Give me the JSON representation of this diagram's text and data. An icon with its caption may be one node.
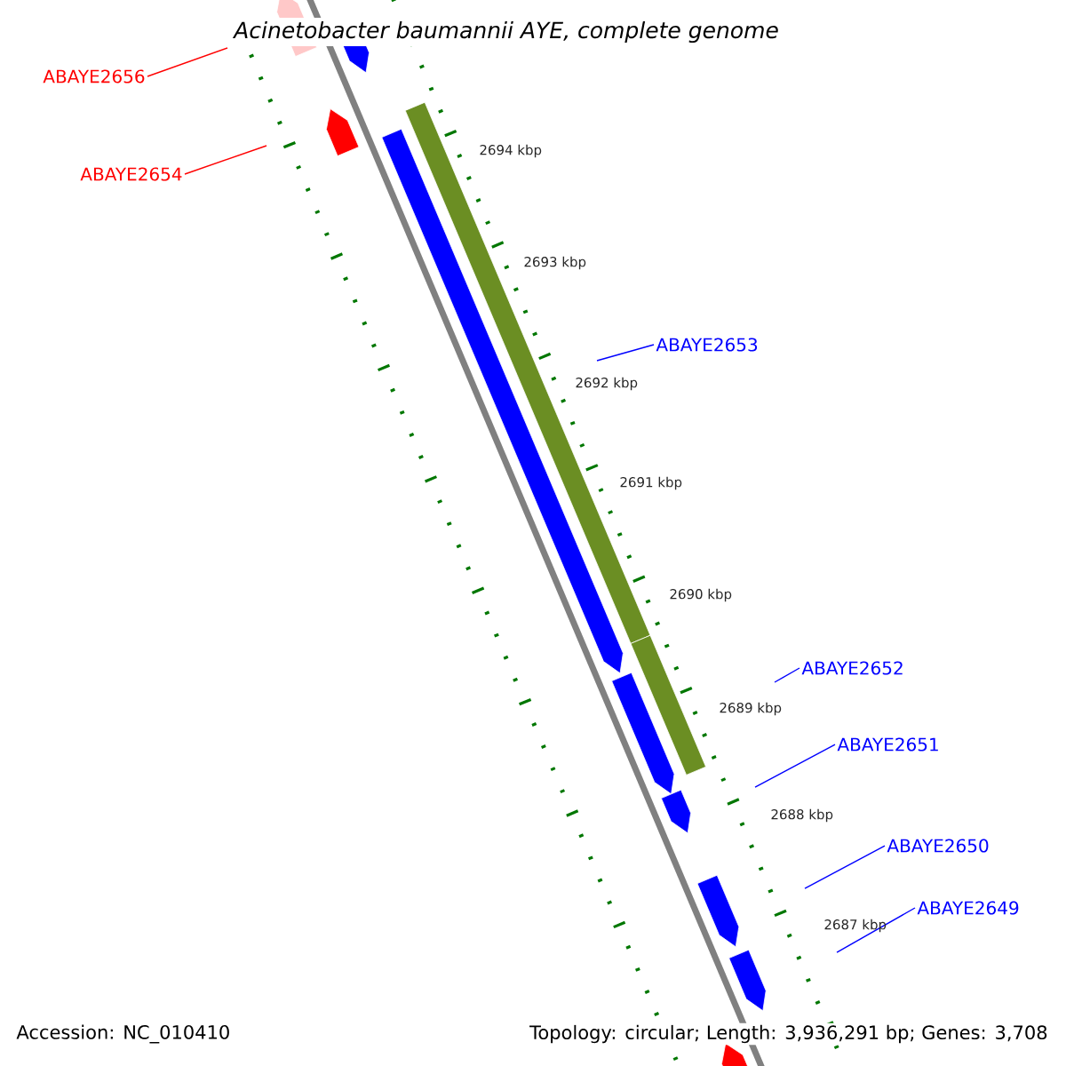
{
  "diagram": {
    "title": "Acinetobacter baumannii AYE, complete genome",
    "nodes": [
      {
        "text": [
          "ABAYE2656"
        ]
      },
      {
        "text": [
          "ABAYE2654"
        ]
      },
      {
        "text": [
          "ABAYE2653"
        ]
      },
      {
        "text": [
          "ABAYE2652"
        ]
      },
      {
        "text": [
          "ABAYE2651"
        ]
      },
      {
        "text": [
          "ABAYE2650"
        ]
      },
      {
        "text": [
          "ABAYE2649"
        ]
      }
    ],
    "edges": [
      {
        "from": 0,
        "to": null,
        "arrow": "none",
        "color": "#ff0000"
      },
      {
        "from": 1,
        "to": null,
        "arrow": "none",
        "color": "#ff0000"
      },
      {
        "from": 2,
        "to": null,
        "arrow": "none"
      },
      {
        "from": 3,
        "to": null,
        "arrow": "none"
      },
      {
        "from": 4,
        "to": null,
        "arrow": "none"
      },
      {
        "from": 5,
        "to": null,
        "arrow": "none"
      },
      {
        "from": 6,
        "to": null,
        "arrow": "none"
      }
    ],
    "labels": [
      "2694 kbp",
      "2693 kbp",
      "2692 kbp",
      "2691 kbp",
      "2690 kbp",
      "2689 kbp",
      "2688 kbp",
      "2687 kbp",
      "Accession: NC_010410",
      "Topology: circular; Length: 3,936,291 bp; Genes: 3,708"
    ]
  }
}
